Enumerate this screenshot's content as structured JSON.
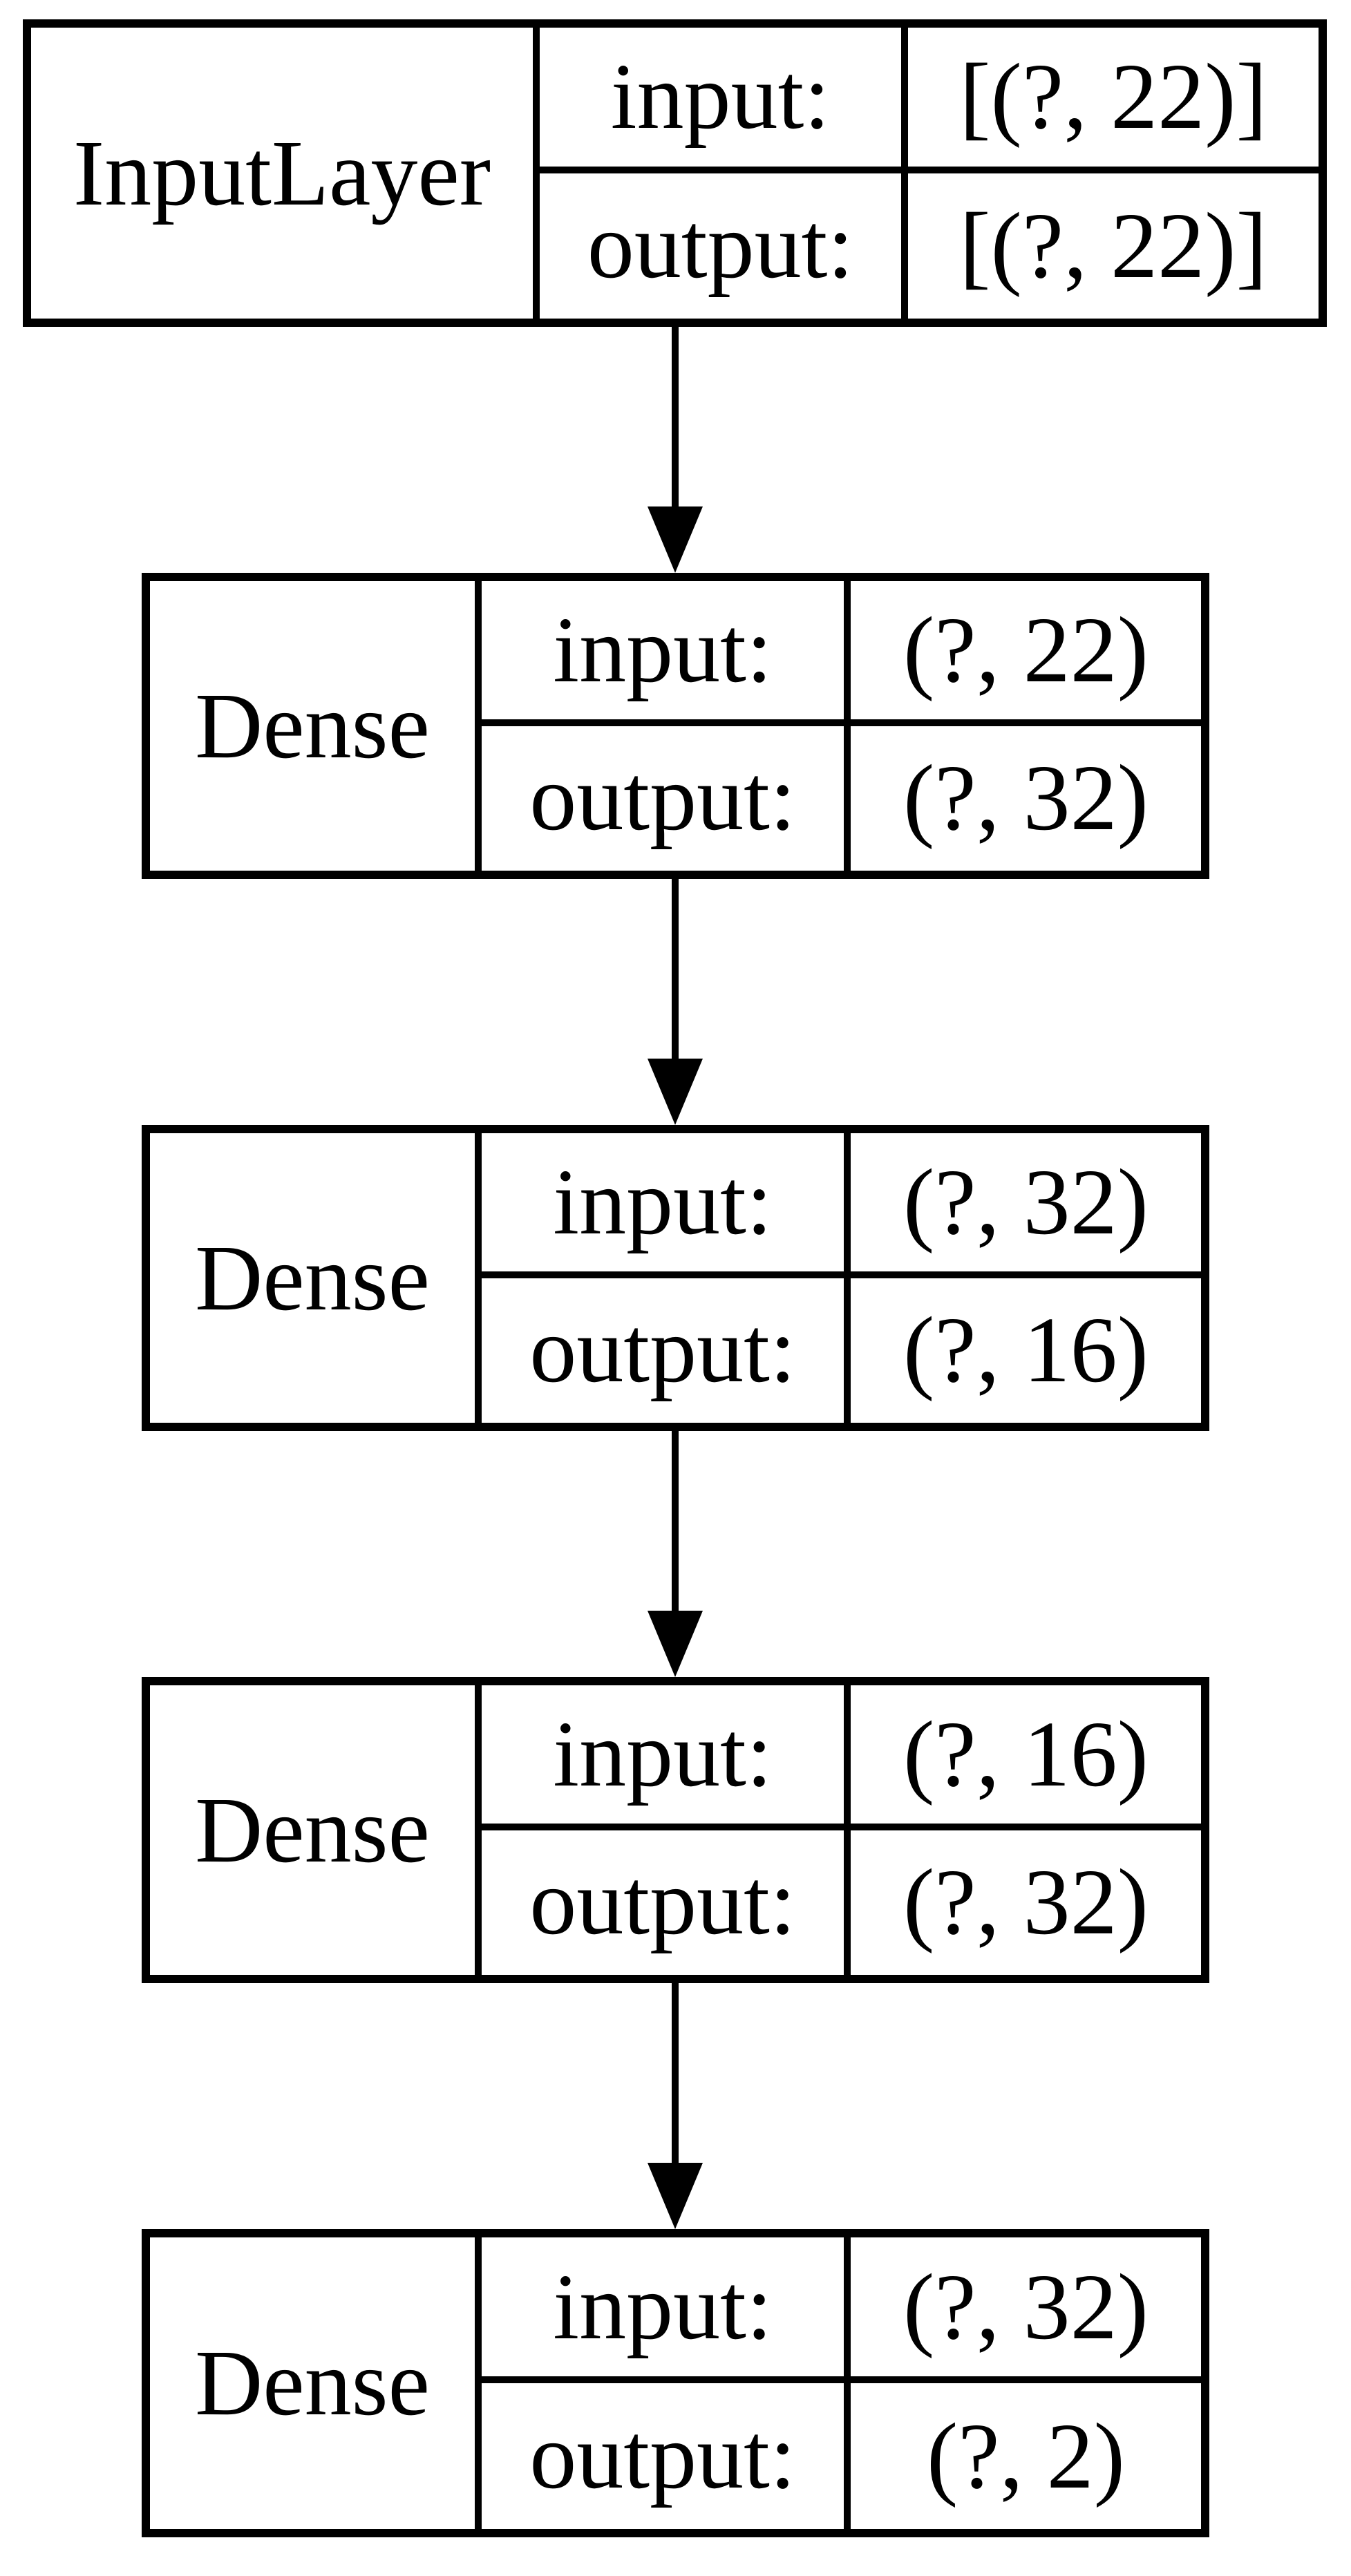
{
  "diagram": {
    "type": "keras-model-plot",
    "colors": {
      "stroke": "#000000",
      "background": "#ffffff"
    }
  },
  "nodes": [
    {
      "label": "InputLayer",
      "rows": [
        {
          "key": "input:",
          "value": "[(?, 22)]"
        },
        {
          "key": "output:",
          "value": "[(?, 22)]"
        }
      ]
    },
    {
      "label": "Dense",
      "rows": [
        {
          "key": "input:",
          "value": "(?, 22)"
        },
        {
          "key": "output:",
          "value": "(?, 32)"
        }
      ]
    },
    {
      "label": "Dense",
      "rows": [
        {
          "key": "input:",
          "value": "(?, 32)"
        },
        {
          "key": "output:",
          "value": "(?, 16)"
        }
      ]
    },
    {
      "label": "Dense",
      "rows": [
        {
          "key": "input:",
          "value": "(?, 16)"
        },
        {
          "key": "output:",
          "value": "(?, 32)"
        }
      ]
    },
    {
      "label": "Dense",
      "rows": [
        {
          "key": "input:",
          "value": "(?, 32)"
        },
        {
          "key": "output:",
          "value": "(?, 2)"
        }
      ]
    }
  ]
}
